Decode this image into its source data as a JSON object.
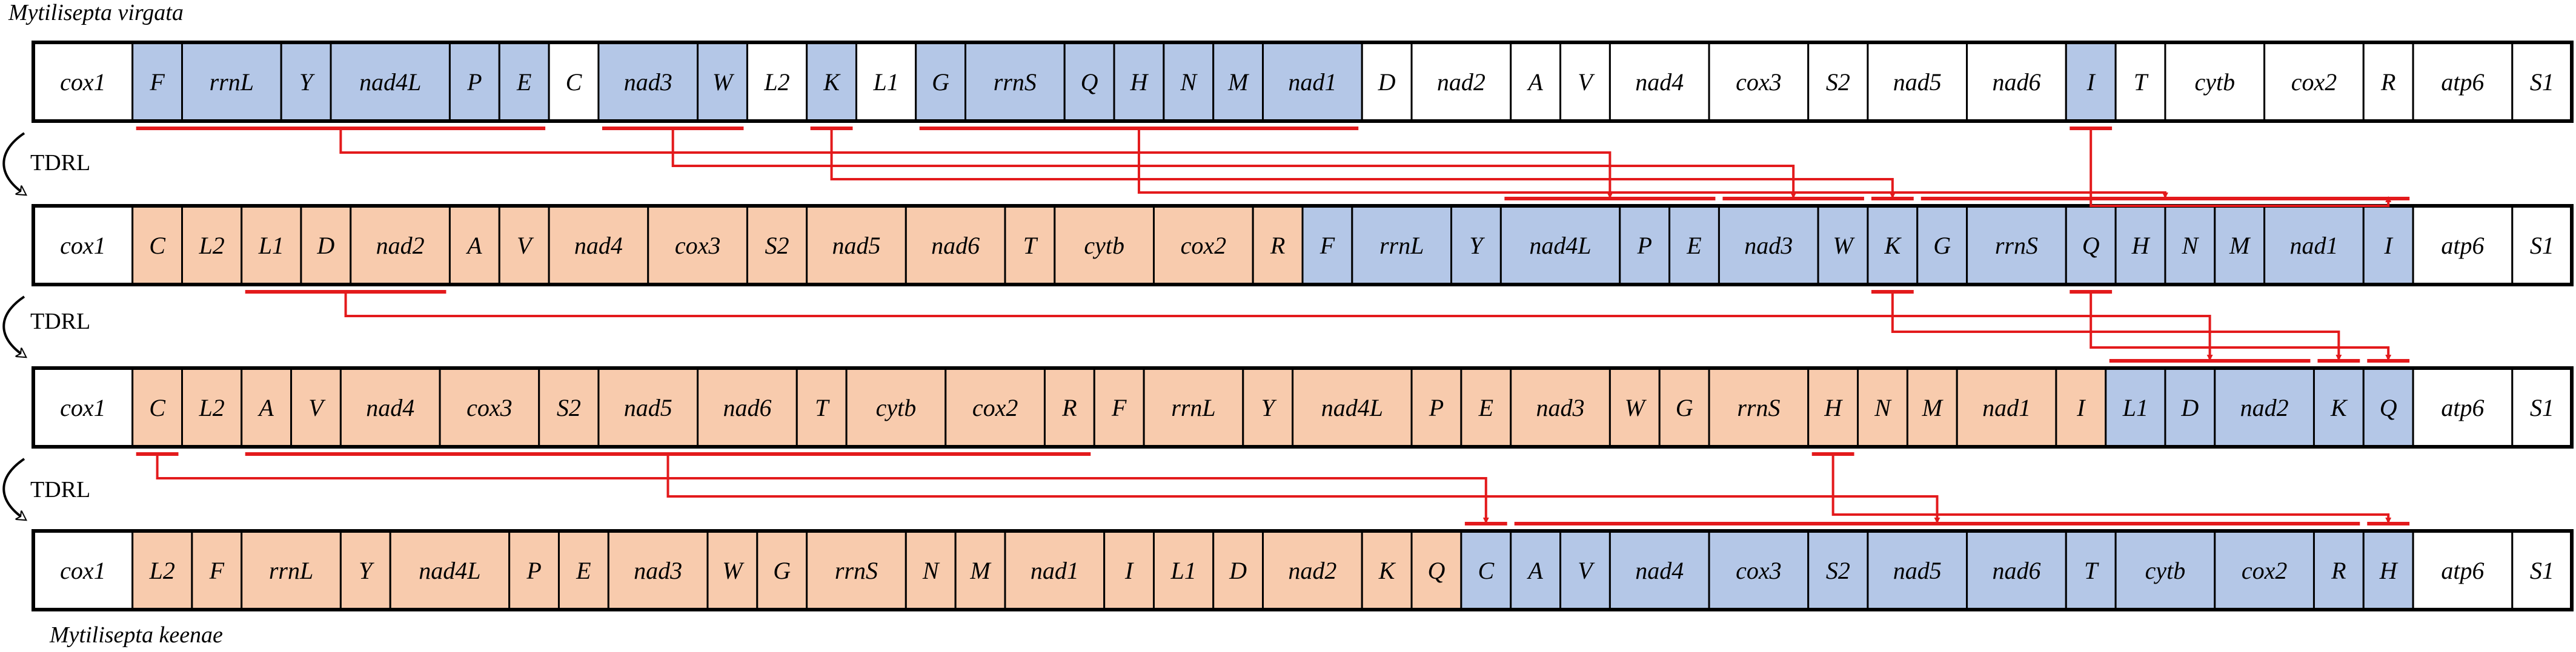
{
  "title_top": "Mytilisepta virgata",
  "title_bottom": "Mytilisepta keenae",
  "tdrl_labels": [
    "TDRL",
    "TDRL",
    "TDRL"
  ],
  "colors": {
    "blue": "#b4c7e7",
    "orange": "#f8cbad",
    "white": "#ffffff",
    "arrow": "#e31a1c",
    "border": "#000000"
  },
  "rows": [
    {
      "id": "row-1",
      "genes": [
        {
          "n": "cox1",
          "c": "white"
        },
        {
          "n": "F",
          "c": "blue"
        },
        {
          "n": "rrnL",
          "c": "blue"
        },
        {
          "n": "Y",
          "c": "blue"
        },
        {
          "n": "nad4L",
          "c": "blue"
        },
        {
          "n": "P",
          "c": "blue"
        },
        {
          "n": "E",
          "c": "blue"
        },
        {
          "n": "C",
          "c": "white"
        },
        {
          "n": "nad3",
          "c": "blue"
        },
        {
          "n": "W",
          "c": "blue"
        },
        {
          "n": "L2",
          "c": "white"
        },
        {
          "n": "K",
          "c": "blue"
        },
        {
          "n": "L1",
          "c": "white"
        },
        {
          "n": "G",
          "c": "blue"
        },
        {
          "n": "rrnS",
          "c": "blue"
        },
        {
          "n": "Q",
          "c": "blue"
        },
        {
          "n": "H",
          "c": "blue"
        },
        {
          "n": "N",
          "c": "blue"
        },
        {
          "n": "M",
          "c": "blue"
        },
        {
          "n": "nad1",
          "c": "blue"
        },
        {
          "n": "D",
          "c": "white"
        },
        {
          "n": "nad2",
          "c": "white"
        },
        {
          "n": "A",
          "c": "white"
        },
        {
          "n": "V",
          "c": "white"
        },
        {
          "n": "nad4",
          "c": "white"
        },
        {
          "n": "cox3",
          "c": "white"
        },
        {
          "n": "S2",
          "c": "white"
        },
        {
          "n": "nad5",
          "c": "white"
        },
        {
          "n": "nad6",
          "c": "white"
        },
        {
          "n": "I",
          "c": "blue"
        },
        {
          "n": "T",
          "c": "white"
        },
        {
          "n": "cytb",
          "c": "white"
        },
        {
          "n": "cox2",
          "c": "white"
        },
        {
          "n": "R",
          "c": "white"
        },
        {
          "n": "atp6",
          "c": "white"
        },
        {
          "n": "S1",
          "c": "white"
        }
      ]
    },
    {
      "id": "row-2",
      "genes": [
        {
          "n": "cox1",
          "c": "white"
        },
        {
          "n": "C",
          "c": "orange"
        },
        {
          "n": "L2",
          "c": "orange"
        },
        {
          "n": "L1",
          "c": "orange"
        },
        {
          "n": "D",
          "c": "orange"
        },
        {
          "n": "nad2",
          "c": "orange"
        },
        {
          "n": "A",
          "c": "orange"
        },
        {
          "n": "V",
          "c": "orange"
        },
        {
          "n": "nad4",
          "c": "orange"
        },
        {
          "n": "cox3",
          "c": "orange"
        },
        {
          "n": "S2",
          "c": "orange"
        },
        {
          "n": "nad5",
          "c": "orange"
        },
        {
          "n": "nad6",
          "c": "orange"
        },
        {
          "n": "T",
          "c": "orange"
        },
        {
          "n": "cytb",
          "c": "orange"
        },
        {
          "n": "cox2",
          "c": "orange"
        },
        {
          "n": "R",
          "c": "orange"
        },
        {
          "n": "F",
          "c": "blue"
        },
        {
          "n": "rrnL",
          "c": "blue"
        },
        {
          "n": "Y",
          "c": "blue"
        },
        {
          "n": "nad4L",
          "c": "blue"
        },
        {
          "n": "P",
          "c": "blue"
        },
        {
          "n": "E",
          "c": "blue"
        },
        {
          "n": "nad3",
          "c": "blue"
        },
        {
          "n": "W",
          "c": "blue"
        },
        {
          "n": "K",
          "c": "blue"
        },
        {
          "n": "G",
          "c": "blue"
        },
        {
          "n": "rrnS",
          "c": "blue"
        },
        {
          "n": "Q",
          "c": "blue"
        },
        {
          "n": "H",
          "c": "blue"
        },
        {
          "n": "N",
          "c": "blue"
        },
        {
          "n": "M",
          "c": "blue"
        },
        {
          "n": "nad1",
          "c": "blue"
        },
        {
          "n": "I",
          "c": "blue"
        },
        {
          "n": "atp6",
          "c": "white"
        },
        {
          "n": "S1",
          "c": "white"
        }
      ]
    },
    {
      "id": "row-3",
      "genes": [
        {
          "n": "cox1",
          "c": "white"
        },
        {
          "n": "C",
          "c": "orange"
        },
        {
          "n": "L2",
          "c": "orange"
        },
        {
          "n": "A",
          "c": "orange"
        },
        {
          "n": "V",
          "c": "orange"
        },
        {
          "n": "nad4",
          "c": "orange"
        },
        {
          "n": "cox3",
          "c": "orange"
        },
        {
          "n": "S2",
          "c": "orange"
        },
        {
          "n": "nad5",
          "c": "orange"
        },
        {
          "n": "nad6",
          "c": "orange"
        },
        {
          "n": "T",
          "c": "orange"
        },
        {
          "n": "cytb",
          "c": "orange"
        },
        {
          "n": "cox2",
          "c": "orange"
        },
        {
          "n": "R",
          "c": "orange"
        },
        {
          "n": "F",
          "c": "orange"
        },
        {
          "n": "rrnL",
          "c": "orange"
        },
        {
          "n": "Y",
          "c": "orange"
        },
        {
          "n": "nad4L",
          "c": "orange"
        },
        {
          "n": "P",
          "c": "orange"
        },
        {
          "n": "E",
          "c": "orange"
        },
        {
          "n": "nad3",
          "c": "orange"
        },
        {
          "n": "W",
          "c": "orange"
        },
        {
          "n": "G",
          "c": "orange"
        },
        {
          "n": "rrnS",
          "c": "orange"
        },
        {
          "n": "H",
          "c": "orange"
        },
        {
          "n": "N",
          "c": "orange"
        },
        {
          "n": "M",
          "c": "orange"
        },
        {
          "n": "nad1",
          "c": "orange"
        },
        {
          "n": "I",
          "c": "orange"
        },
        {
          "n": "L1",
          "c": "blue"
        },
        {
          "n": "D",
          "c": "blue"
        },
        {
          "n": "nad2",
          "c": "blue"
        },
        {
          "n": "K",
          "c": "blue"
        },
        {
          "n": "Q",
          "c": "blue"
        },
        {
          "n": "atp6",
          "c": "white"
        },
        {
          "n": "S1",
          "c": "white"
        }
      ]
    },
    {
      "id": "row-4",
      "genes": [
        {
          "n": "cox1",
          "c": "white"
        },
        {
          "n": "L2",
          "c": "orange"
        },
        {
          "n": "F",
          "c": "orange"
        },
        {
          "n": "rrnL",
          "c": "orange"
        },
        {
          "n": "Y",
          "c": "orange"
        },
        {
          "n": "nad4L",
          "c": "orange"
        },
        {
          "n": "P",
          "c": "orange"
        },
        {
          "n": "E",
          "c": "orange"
        },
        {
          "n": "nad3",
          "c": "orange"
        },
        {
          "n": "W",
          "c": "orange"
        },
        {
          "n": "G",
          "c": "orange"
        },
        {
          "n": "rrnS",
          "c": "orange"
        },
        {
          "n": "N",
          "c": "orange"
        },
        {
          "n": "M",
          "c": "orange"
        },
        {
          "n": "nad1",
          "c": "orange"
        },
        {
          "n": "I",
          "c": "orange"
        },
        {
          "n": "L1",
          "c": "orange"
        },
        {
          "n": "D",
          "c": "orange"
        },
        {
          "n": "nad2",
          "c": "orange"
        },
        {
          "n": "K",
          "c": "orange"
        },
        {
          "n": "Q",
          "c": "orange"
        },
        {
          "n": "C",
          "c": "blue"
        },
        {
          "n": "A",
          "c": "blue"
        },
        {
          "n": "V",
          "c": "blue"
        },
        {
          "n": "nad4",
          "c": "blue"
        },
        {
          "n": "cox3",
          "c": "blue"
        },
        {
          "n": "S2",
          "c": "blue"
        },
        {
          "n": "nad5",
          "c": "blue"
        },
        {
          "n": "nad6",
          "c": "blue"
        },
        {
          "n": "T",
          "c": "blue"
        },
        {
          "n": "cytb",
          "c": "blue"
        },
        {
          "n": "cox2",
          "c": "blue"
        },
        {
          "n": "R",
          "c": "blue"
        },
        {
          "n": "H",
          "c": "blue"
        },
        {
          "n": "atp6",
          "c": "white"
        },
        {
          "n": "S1",
          "c": "white"
        }
      ]
    }
  ],
  "connections": [
    {
      "from_row": 0,
      "from": [
        1,
        6
      ],
      "to": [
        20,
        22
      ]
    },
    {
      "from_row": 0,
      "from": [
        8,
        9
      ],
      "to": [
        23,
        24
      ]
    },
    {
      "from_row": 0,
      "from": [
        11,
        11
      ],
      "to": [
        25,
        25
      ]
    },
    {
      "from_row": 0,
      "from": [
        13,
        19
      ],
      "to": [
        26,
        33
      ]
    },
    {
      "from_row": 0,
      "from": [
        29,
        29
      ],
      "to": [
        33,
        33
      ]
    },
    {
      "from_row": 1,
      "from": [
        3,
        5
      ],
      "to": [
        29,
        31
      ]
    },
    {
      "from_row": 1,
      "from": [
        25,
        25
      ],
      "to": [
        32,
        32
      ]
    },
    {
      "from_row": 1,
      "from": [
        28,
        28
      ],
      "to": [
        33,
        33
      ]
    },
    {
      "from_row": 2,
      "from": [
        1,
        1
      ],
      "to": [
        21,
        21
      ]
    },
    {
      "from_row": 2,
      "from": [
        3,
        13
      ],
      "to": [
        22,
        32
      ]
    },
    {
      "from_row": 2,
      "from": [
        24,
        24
      ],
      "to": [
        33,
        33
      ]
    }
  ]
}
